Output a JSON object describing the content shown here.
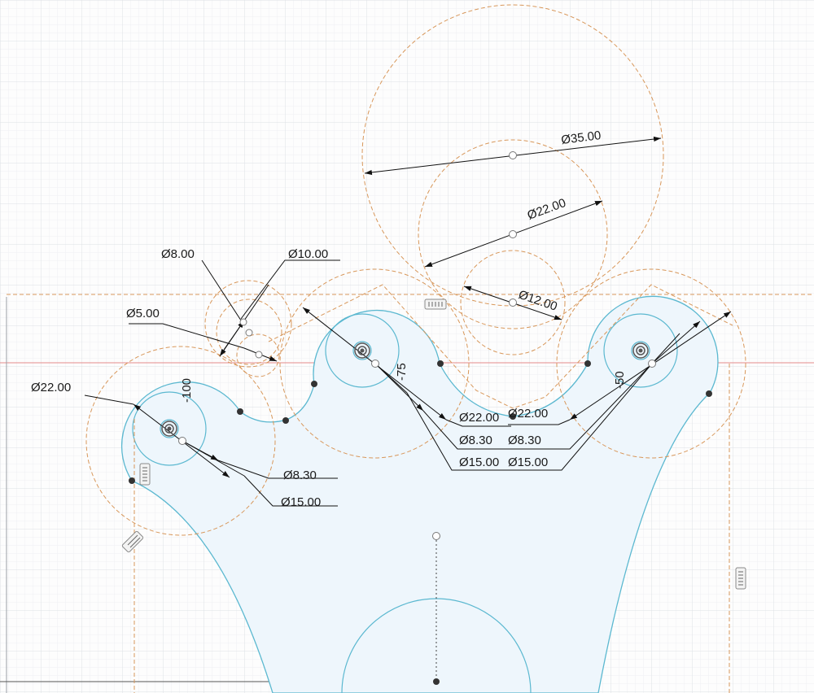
{
  "colors": {
    "grid_minor": "#eef0f2",
    "grid_major": "#dde1e5",
    "profile_fill": "#eef6fc",
    "sketch_curve": "#5bb8d0",
    "construction": "#d8975a",
    "dimension_line": "#111111",
    "axis_red": "#e58a8a"
  },
  "dimensions": {
    "d35": "Ø35.00",
    "d22_top": "Ø22.00",
    "d12": "Ø12.00",
    "d8": "Ø8.00",
    "d10": "Ø10.00",
    "d5": "Ø5.00",
    "d22_left": "Ø22.00",
    "d830_left": "Ø8.30",
    "d15_left": "Ø15.00",
    "d22_mid": "Ø22.00",
    "d830_mid": "Ø8.30",
    "d15_mid": "Ø15.00",
    "d22_right": "Ø22.00",
    "d830_right": "Ø8.30",
    "d15_right": "Ø15.00"
  },
  "coordinate_labels": {
    "left": "-100",
    "middle": "-75",
    "right": "-50"
  },
  "icons": [
    "constraint-icon",
    "constraint-icon",
    "constraint-icon",
    "constraint-icon"
  ]
}
